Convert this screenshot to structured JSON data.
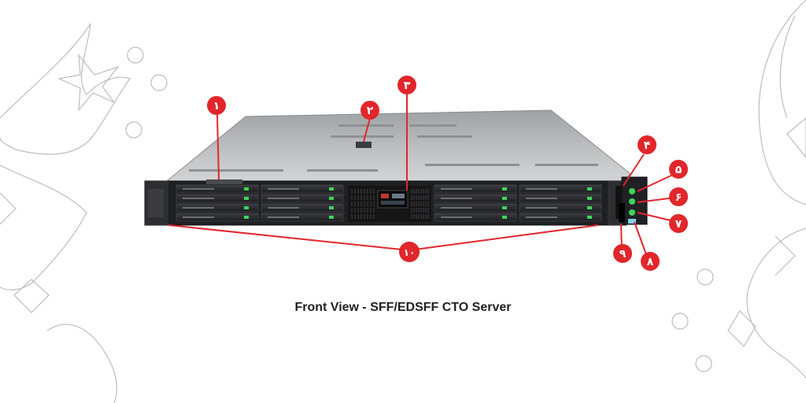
{
  "caption": "Front View - SFF/EDSFF CTO Server",
  "callouts": [
    {
      "label": "۱"
    },
    {
      "label": "۲"
    },
    {
      "label": "۳"
    },
    {
      "label": "۴"
    },
    {
      "label": "۵"
    },
    {
      "label": "۶"
    },
    {
      "label": "۷"
    },
    {
      "label": "۸"
    },
    {
      "label": "۹"
    },
    {
      "label": "۱۰"
    }
  ],
  "colors": {
    "callout_fill": "#e2262b",
    "callout_text": "#ffffff",
    "leader_line": "#e2262b",
    "caption_text": "#222222",
    "led_green": "#3fd45a",
    "chassis_top": "#b8babc",
    "chassis_front": "#2a2a2c"
  },
  "icons": [
    "decorative-outline-left",
    "decorative-outline-right"
  ]
}
